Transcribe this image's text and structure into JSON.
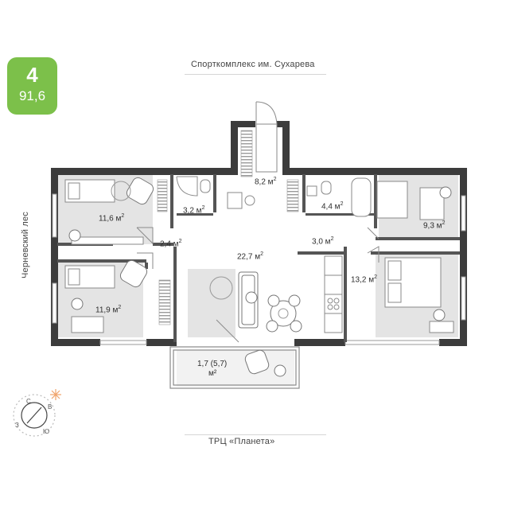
{
  "badge": {
    "rooms": "4",
    "area": "91,6"
  },
  "landmarks": {
    "top": "Спорткомплекс им. Сухарева",
    "bottom": "ТРЦ «Планета»",
    "left": "Черневский лес"
  },
  "rooms": {
    "bedroom_nw": "11,6",
    "bath_left": "3,2",
    "corridor_top": "8,2",
    "bath_right": "4,4",
    "bedroom_ne": "9,3",
    "hall_left": "2,4",
    "living": "22,7",
    "hall_right": "3,0",
    "bedroom_sw": "11,9",
    "bedroom_se": "13,2",
    "loggia_line1": "1,7 (5,7)",
    "unit": "м²"
  },
  "compass": {
    "north": "С",
    "east": "В",
    "south": "Ю",
    "west": "З"
  },
  "colors": {
    "badge": "#7cc04a",
    "wall": "#3c3c3c",
    "floor": "#e2e2e2",
    "sun": "#f0a36a"
  }
}
